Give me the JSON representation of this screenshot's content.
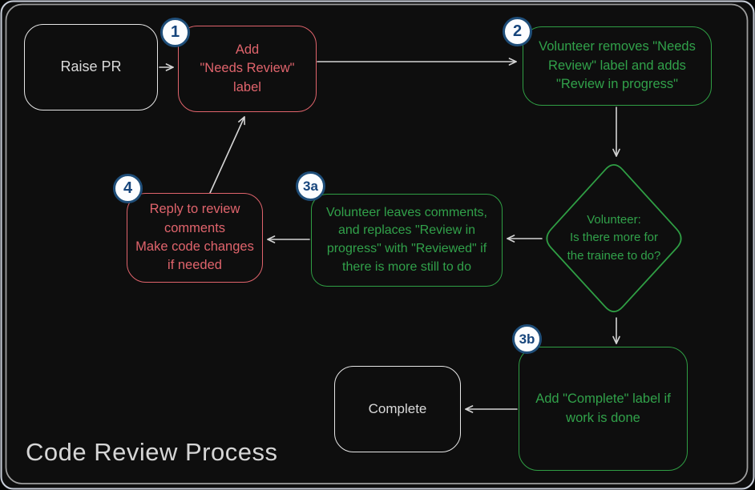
{
  "title": "Code Review Process",
  "colors": {
    "background": "#0e0e0e",
    "red_accent": "#e0646c",
    "green_accent": "#2f9e44",
    "neutral_stroke": "#e6e6e6",
    "arrow": "#d4d4d4",
    "badge_border": "#1f4e79",
    "badge_text": "#16457c",
    "badge_background": "#fcfdff",
    "title_text": "#d6d6d6"
  },
  "badges": {
    "step1": "1",
    "step2": "2",
    "step3a": "3a",
    "step3b": "3b",
    "step4": "4"
  },
  "nodes": {
    "raise_pr": {
      "label": "Raise PR"
    },
    "step1": {
      "label": "Add\n\"Needs Review\"\nlabel"
    },
    "step2": {
      "label": "Volunteer removes \"Needs\nReview\" label and adds\n\"Review in progress\""
    },
    "decision": {
      "label": "Volunteer:\nIs there more for\nthe trainee to do?"
    },
    "step3a": {
      "label": "Volunteer leaves comments,\nand replaces \"Review in\nprogress\" with \"Reviewed\" if\nthere is more still to do"
    },
    "step4": {
      "label": "Reply to review\ncomments\nMake code changes\nif needed"
    },
    "step3b": {
      "label": "Add \"Complete\" label if\nwork is done"
    },
    "complete": {
      "label": "Complete"
    }
  }
}
